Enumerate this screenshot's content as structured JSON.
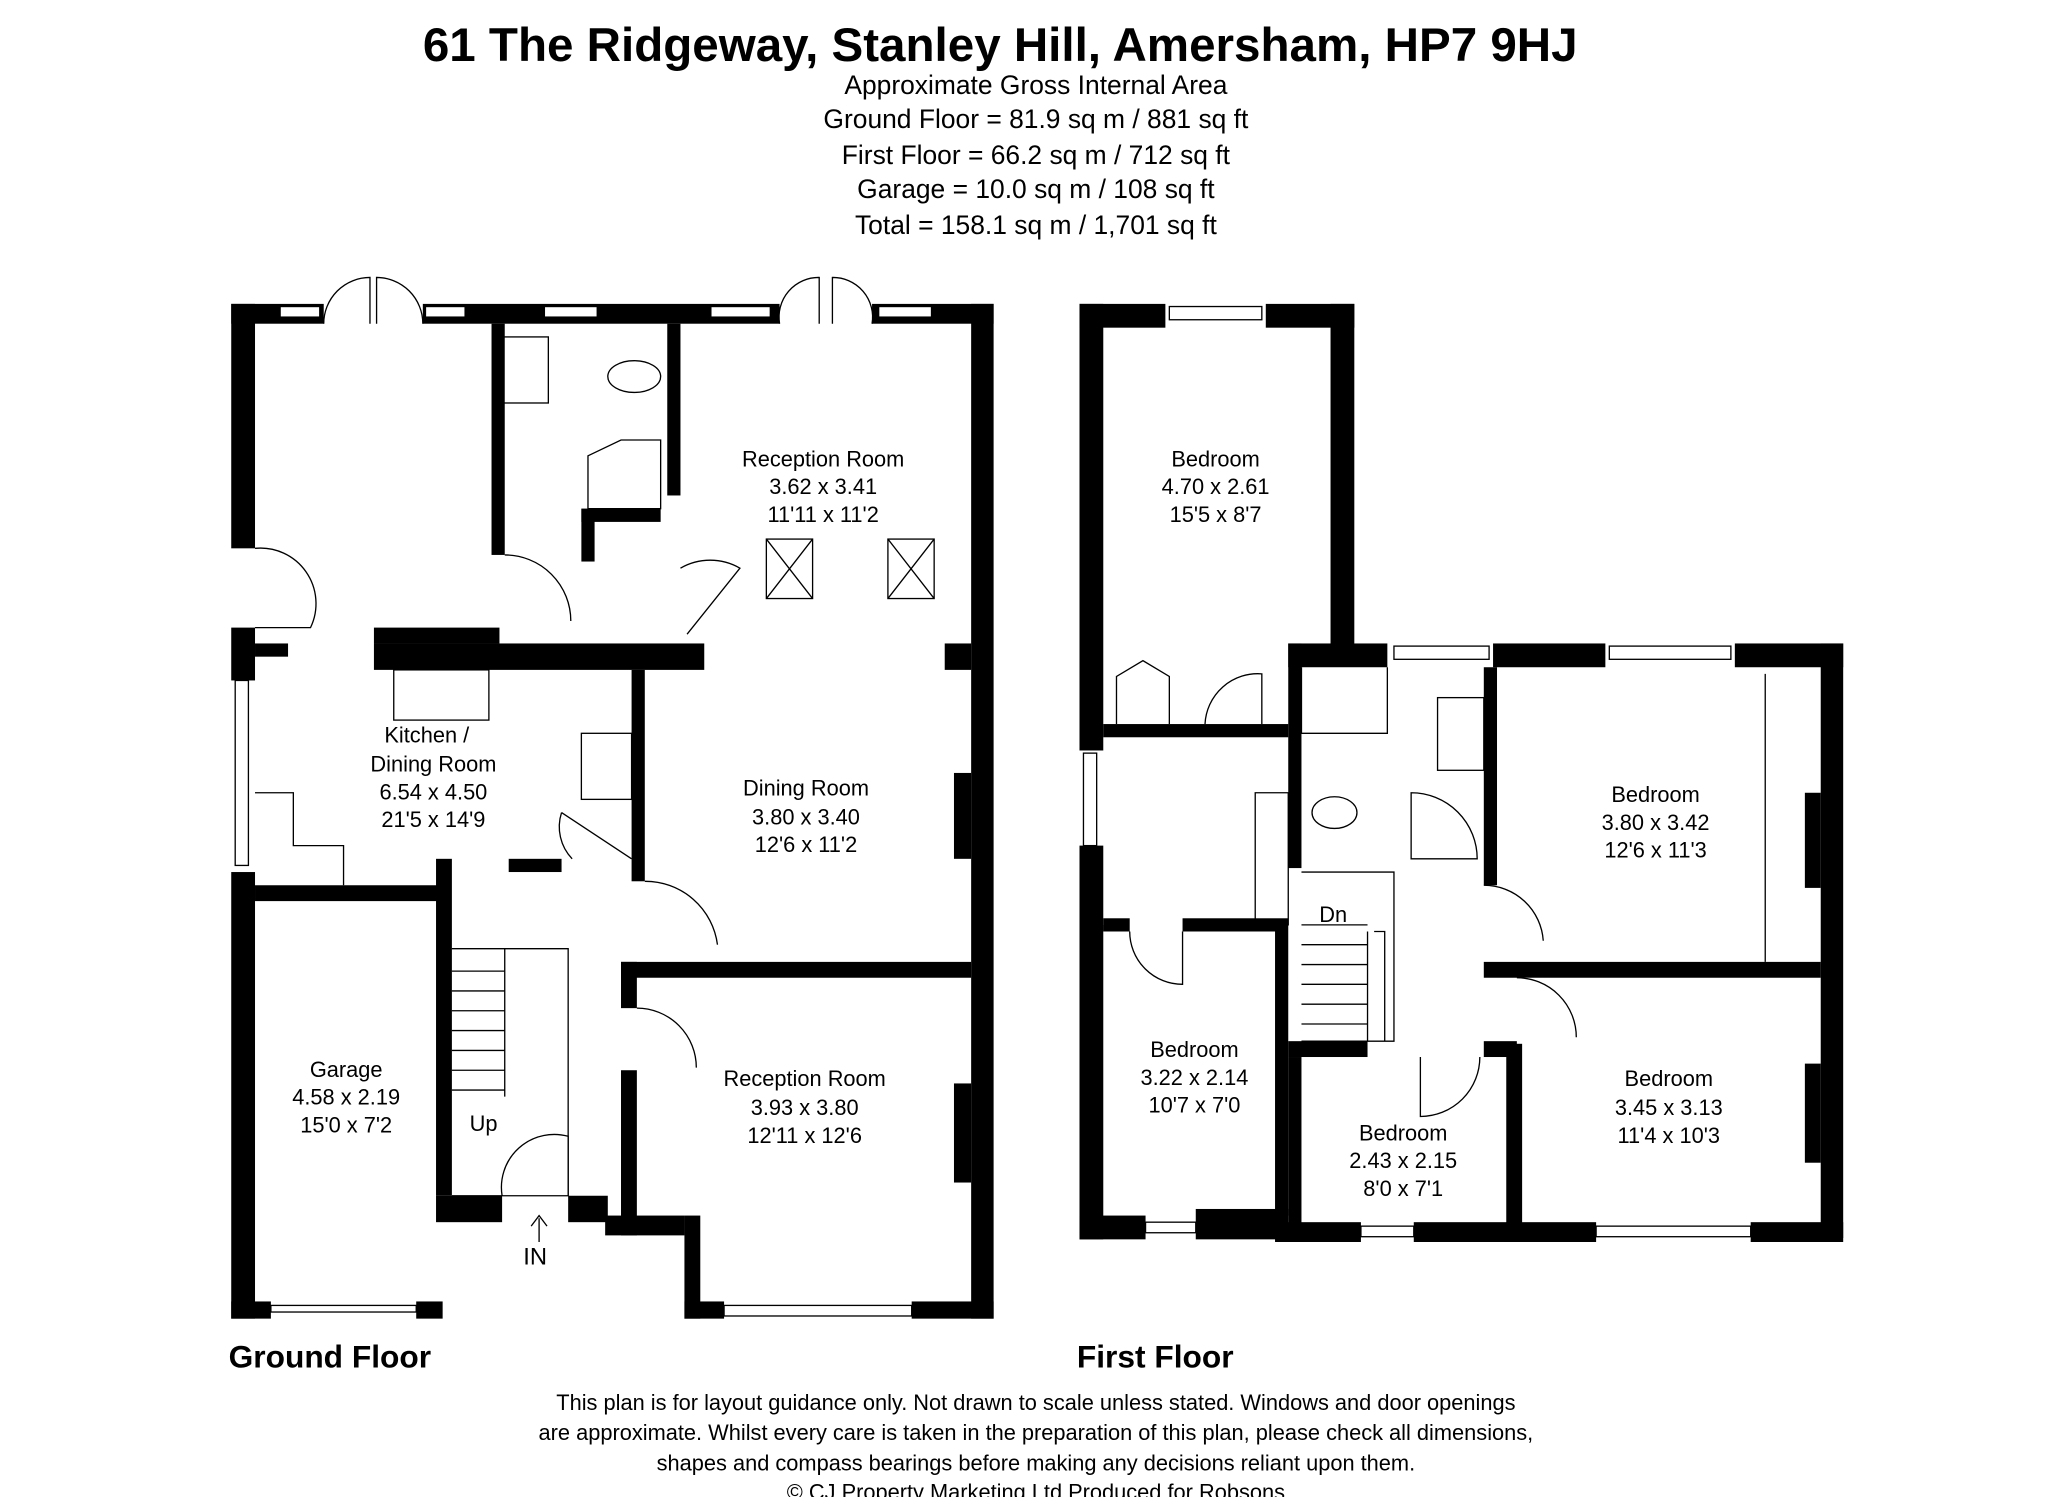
{
  "header": {
    "title": "61 The Ridgeway, Stanley Hill, Amersham, HP7 9HJ",
    "area_heading": "Approximate Gross Internal Area",
    "areas": [
      "Ground Floor = 81.9 sq m / 881 sq ft",
      "First Floor = 66.2 sq m / 712 sq ft",
      "Garage = 10.0 sq m / 108 sq ft",
      "Total = 158.1 sq m / 1,701 sq ft"
    ]
  },
  "ground_floor": {
    "label": "Ground Floor",
    "rooms": [
      {
        "name": "Reception Room",
        "metric": "3.62 x 3.41",
        "imperial": "11'11 x 11'2"
      },
      {
        "name": "Kitchen /",
        "name2": "Dining Room",
        "metric": "6.54 x 4.50",
        "imperial": "21'5 x 14'9"
      },
      {
        "name": "Dining Room",
        "metric": "3.80 x 3.40",
        "imperial": "12'6 x 11'2"
      },
      {
        "name": "Garage",
        "metric": "4.58 x 2.19",
        "imperial": "15'0 x 7'2"
      },
      {
        "name": "Reception Room",
        "metric": "3.93 x 3.80",
        "imperial": "12'11 x 12'6"
      }
    ],
    "stairs_label": "Up",
    "entrance_label": "IN"
  },
  "first_floor": {
    "label": "First Floor",
    "rooms": [
      {
        "name": "Bedroom",
        "metric": "4.70 x 2.61",
        "imperial": "15'5 x 8'7"
      },
      {
        "name": "Bedroom",
        "metric": "3.80 x 3.42",
        "imperial": "12'6 x 11'3"
      },
      {
        "name": "Bedroom",
        "metric": "3.22 x 2.14",
        "imperial": "10'7 x 7'0"
      },
      {
        "name": "Bedroom",
        "metric": "2.43 x 2.15",
        "imperial": "8'0 x 7'1"
      },
      {
        "name": "Bedroom",
        "metric": "3.45 x 3.13",
        "imperial": "11'4 x 10'3"
      }
    ],
    "stairs_label": "Dn"
  },
  "footer": {
    "disclaimer": [
      "This plan is for layout guidance only. Not drawn to scale unless stated. Windows and door openings",
      "are approximate. Whilst every care is taken in the preparation of this plan, please check all dimensions,",
      "shapes and compass bearings before making any decisions reliant upon them."
    ],
    "copyright": "© CJ Property Marketing Ltd Produced for Robsons"
  }
}
